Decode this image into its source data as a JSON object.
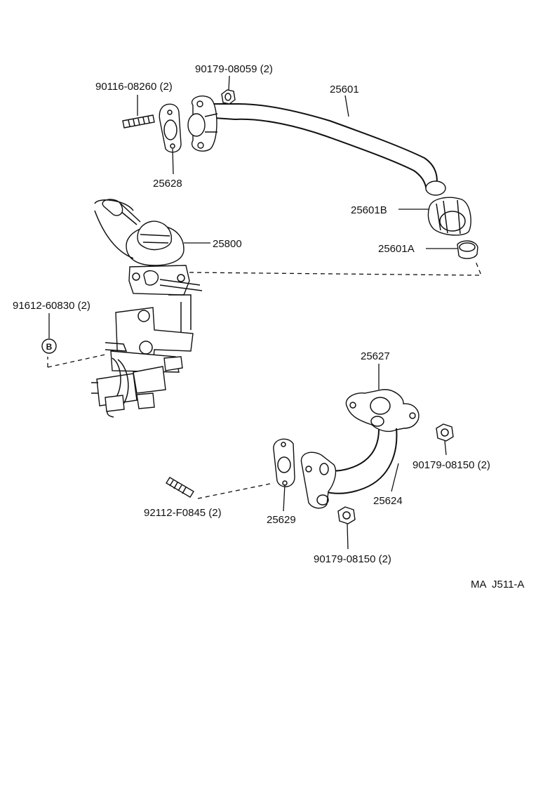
{
  "diagram": {
    "code": "MA  J511-A",
    "callout_b": "B",
    "labels": {
      "bolt_top": "90116-08260 (2)",
      "nut_top": "90179-08059 (2)",
      "pipe_upper": "25601",
      "gasket_upper": "25628",
      "union_b": "25601B",
      "gasket_a": "25601A",
      "egr_valve": "25800",
      "bolt_b": "91612-60830 (2)",
      "pipe_lower": "25627",
      "nut_right": "90179-08150 (2)",
      "pipe_lower_body": "25624",
      "stud": "92112-F0845 (2)",
      "gasket_lower": "25629",
      "nut_bottom": "90179-08150 (2)"
    }
  }
}
